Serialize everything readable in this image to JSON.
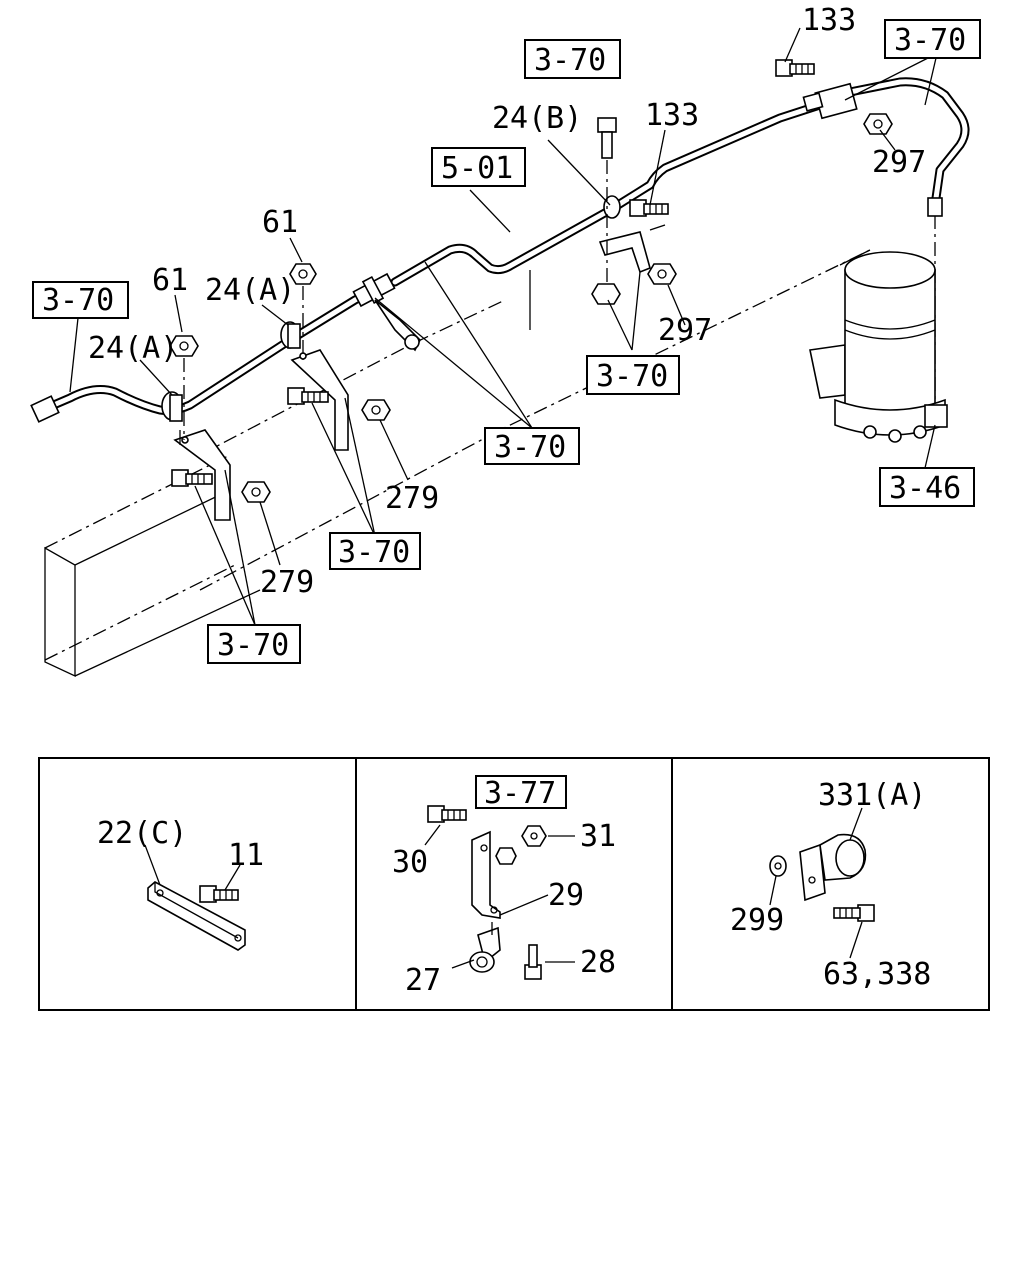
{
  "main": {
    "callouts": [
      {
        "id": "c-133-top",
        "text": "133"
      },
      {
        "id": "c-370-top-right",
        "text": "3-70"
      },
      {
        "id": "c-370-top-center",
        "text": "3-70"
      },
      {
        "id": "c-24b",
        "text": "24(B)"
      },
      {
        "id": "c-133-mid",
        "text": "133"
      },
      {
        "id": "c-297-top",
        "text": "297"
      },
      {
        "id": "c-501",
        "text": "5-01"
      },
      {
        "id": "c-61-upper",
        "text": "61"
      },
      {
        "id": "c-61-lower",
        "text": "61"
      },
      {
        "id": "c-24a-upper",
        "text": "24(A)"
      },
      {
        "id": "c-370-left",
        "text": "3-70"
      },
      {
        "id": "c-24a-lower",
        "text": "24(A)"
      },
      {
        "id": "c-297-mid",
        "text": "297"
      },
      {
        "id": "c-370-mid-right",
        "text": "3-70"
      },
      {
        "id": "c-370-center",
        "text": "3-70"
      },
      {
        "id": "c-346",
        "text": "3-46"
      },
      {
        "id": "c-279-right",
        "text": "279"
      },
      {
        "id": "c-370-lower-center",
        "text": "3-70"
      },
      {
        "id": "c-279-left",
        "text": "279"
      },
      {
        "id": "c-370-bottom-left",
        "text": "3-70"
      }
    ]
  },
  "detail_panels": [
    {
      "labels": [
        "22(C)",
        "11"
      ]
    },
    {
      "labels": [
        "3-77",
        "30",
        "31",
        "29",
        "27",
        "28"
      ]
    },
    {
      "labels": [
        "331(A)",
        "299",
        "63,338"
      ]
    }
  ]
}
